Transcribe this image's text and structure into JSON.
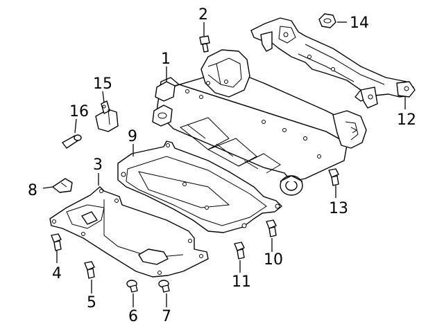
{
  "callouts": [
    {
      "id": "1",
      "label": "1",
      "part": "crossmember"
    },
    {
      "id": "2",
      "label": "2",
      "part": "bolt"
    },
    {
      "id": "3",
      "label": "3",
      "part": "skid-plate"
    },
    {
      "id": "4",
      "label": "4",
      "part": "bolt"
    },
    {
      "id": "5",
      "label": "5",
      "part": "bolt"
    },
    {
      "id": "6",
      "label": "6",
      "part": "bolt"
    },
    {
      "id": "7",
      "label": "7",
      "part": "bolt"
    },
    {
      "id": "8",
      "label": "8",
      "part": "clip"
    },
    {
      "id": "9",
      "label": "9",
      "part": "shield"
    },
    {
      "id": "10",
      "label": "10",
      "part": "bolt"
    },
    {
      "id": "11",
      "label": "11",
      "part": "bolt"
    },
    {
      "id": "12",
      "label": "12",
      "part": "bracket"
    },
    {
      "id": "13",
      "label": "13",
      "part": "bolt"
    },
    {
      "id": "14",
      "label": "14",
      "part": "nut"
    },
    {
      "id": "15",
      "label": "15",
      "part": "bushing"
    },
    {
      "id": "16",
      "label": "16",
      "part": "pin"
    }
  ]
}
